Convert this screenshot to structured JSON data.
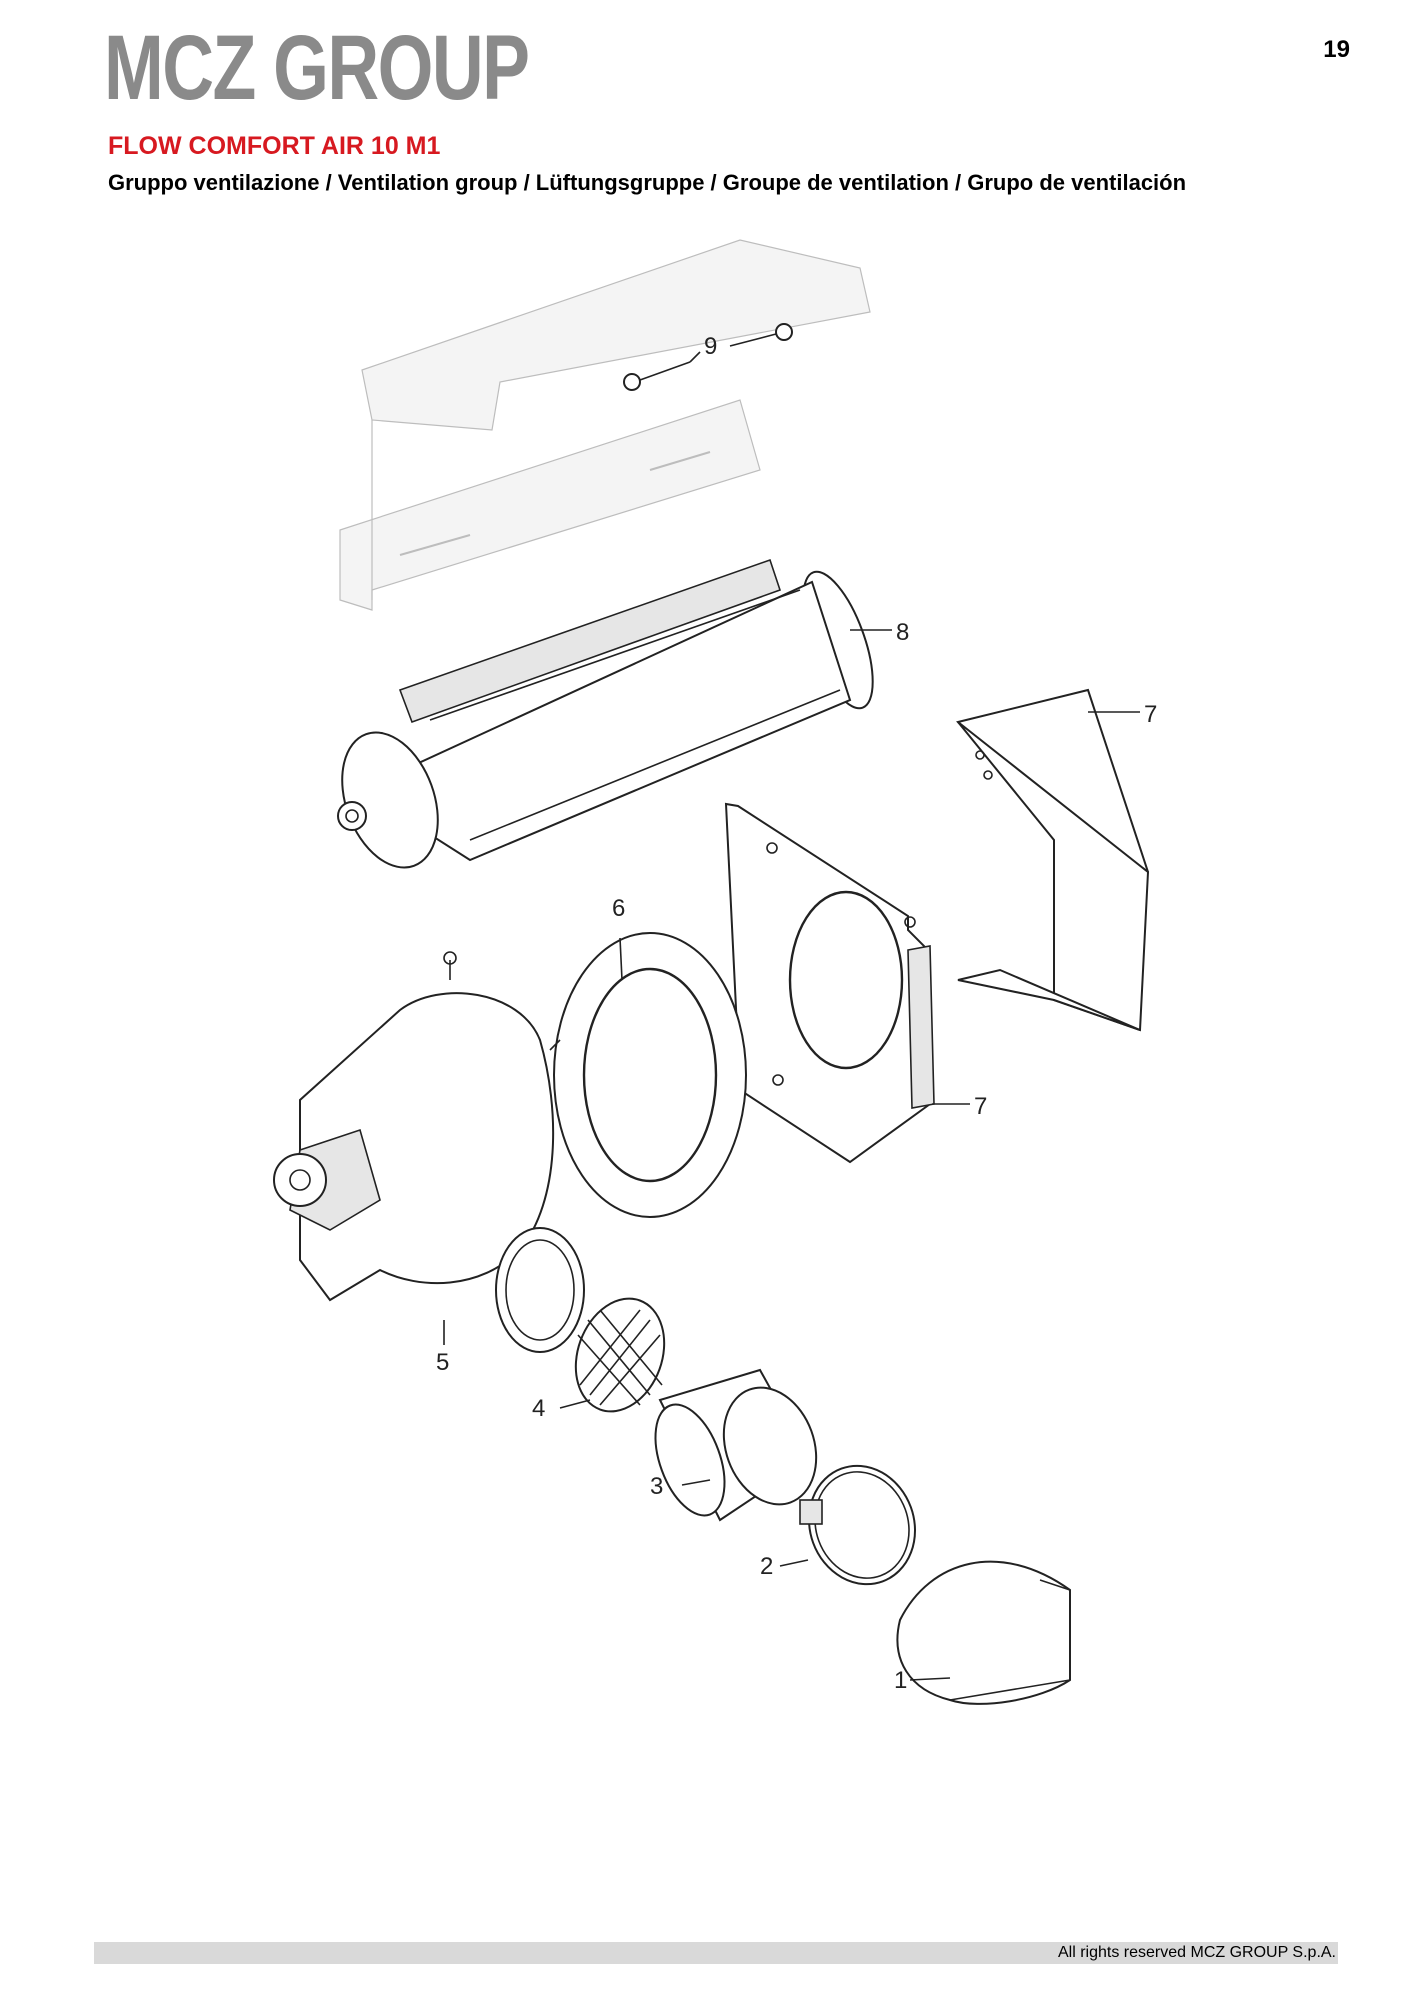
{
  "header": {
    "logo_text": "MCZ GROUP",
    "page_number": "19",
    "model": "FLOW COMFORT AIR 10 M1",
    "subtitle": "Gruppo ventilazione / Ventilation group / Lüftungsgruppe / Groupe de ventilation / Grupo de ventilación"
  },
  "diagram": {
    "callouts": [
      "9",
      "8",
      "7",
      "6",
      "7",
      "5",
      "4",
      "3",
      "2",
      "1"
    ]
  },
  "footer": {
    "copyright": "All rights reserved MCZ GROUP S.p.A."
  },
  "colors": {
    "logo": "#8a8a8a",
    "model_title": "#d71920",
    "footer_bar": "#d9d9d9"
  }
}
